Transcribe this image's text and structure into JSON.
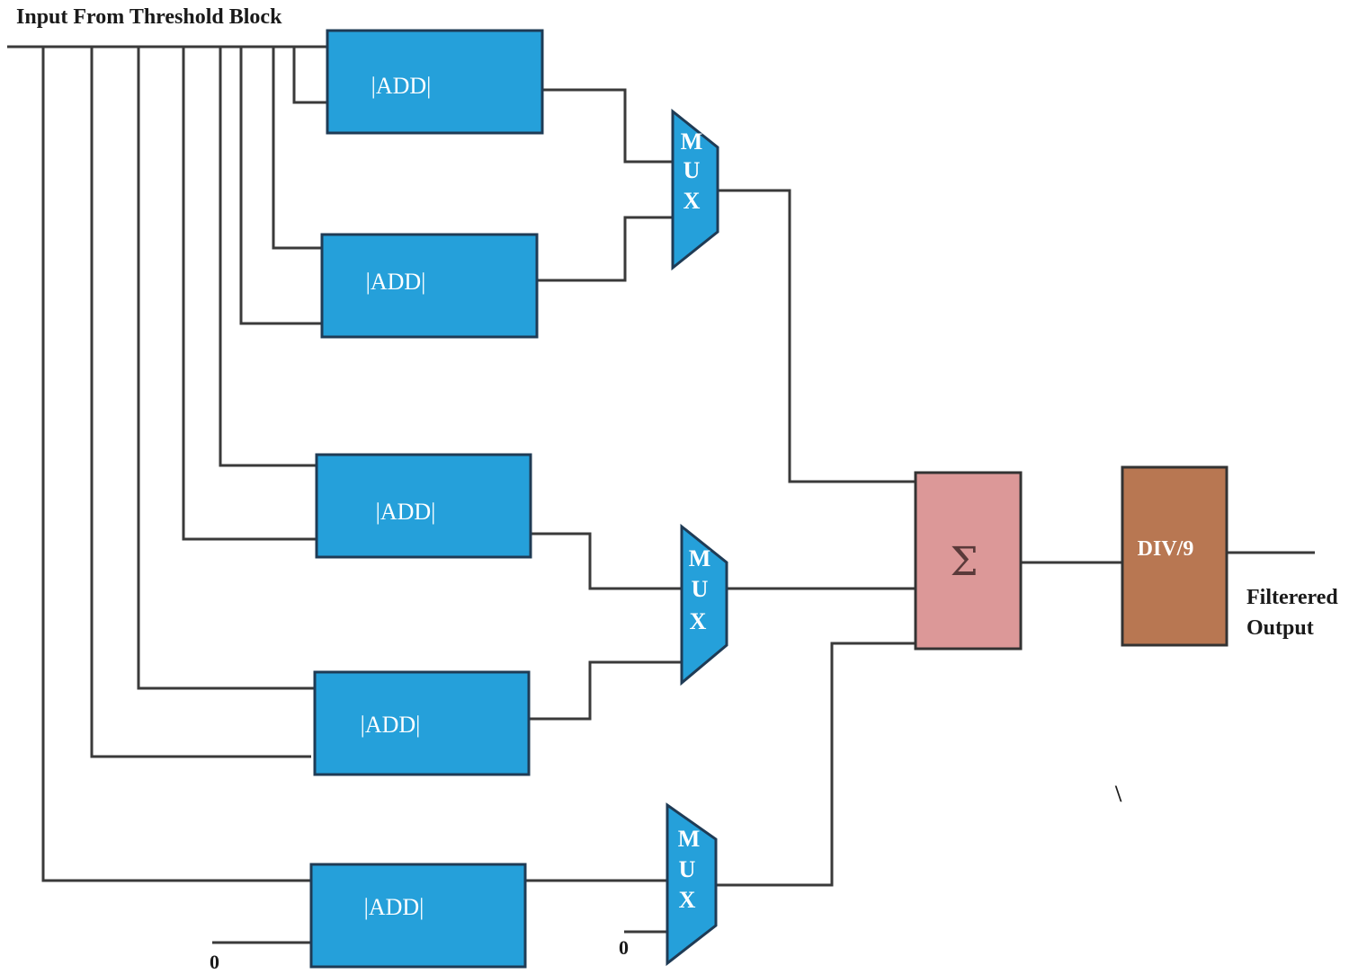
{
  "diagram": {
    "input_label": "Input From Threshold Block",
    "add_label": "|ADD|",
    "mux_letters": [
      "M",
      "U",
      "X"
    ],
    "sum_symbol": "Σ",
    "div_label": "DIV/9",
    "output_label_line1": "Filterered",
    "output_label_line2": "Output",
    "zero_label": "0",
    "stray_mark": "\\",
    "colors": {
      "add_block": "#25a0da",
      "mux_block": "#25a0da",
      "sum_block": "#dc9898",
      "div_block": "#b87752",
      "wire": "#3a3a3a"
    }
  }
}
